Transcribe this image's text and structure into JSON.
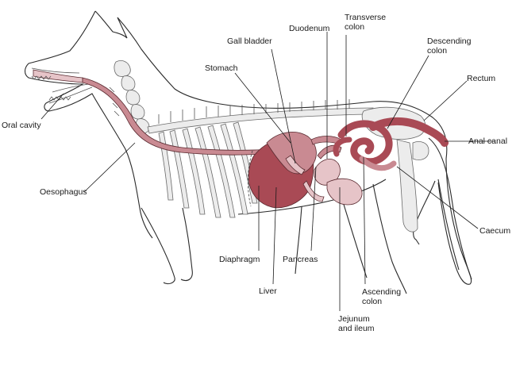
{
  "colors": {
    "organ_dark": "#a94a55",
    "organ_mid": "#c98a92",
    "organ_light": "#e6c4c8",
    "bone": "#ececec",
    "outline": "#2a2a2a"
  },
  "labels": {
    "oral_cavity": "Oral cavity",
    "oesophagus": "Oesophagus",
    "stomach": "Stomach",
    "gall_bladder": "Gall bladder",
    "duodenum": "Duodenum",
    "transverse_colon_1": "Transverse",
    "transverse_colon_2": "colon",
    "descending_colon_1": "Descending",
    "descending_colon_2": "colon",
    "rectum": "Rectum",
    "anal_canal": "Anal canal",
    "caecum": "Caecum",
    "diaphragm": "Diaphragm",
    "pancreas": "Pancreas",
    "liver": "Liver",
    "ascending_colon_1": "Ascending",
    "ascending_colon_2": "colon",
    "jejunum_ileum_1": "Jejunum",
    "jejunum_ileum_2": "and ileum"
  }
}
